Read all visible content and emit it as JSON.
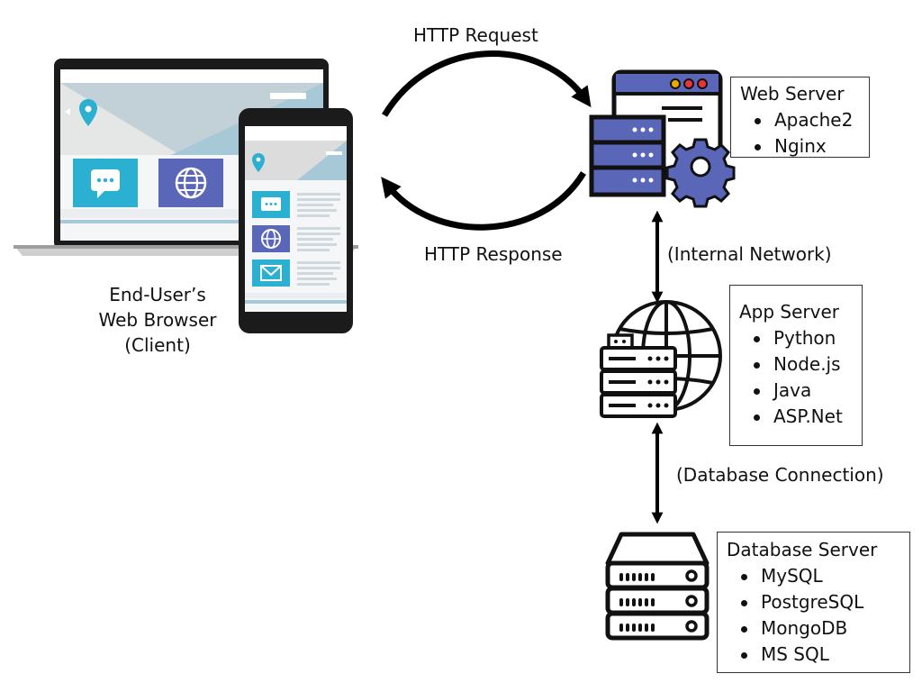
{
  "labels": {
    "request": "HTTP Request",
    "response": "HTTP Response",
    "client_line1": "End-User’s",
    "client_line2": "Web Browser",
    "client_line3": "(Client)",
    "internal": "(Internal Network)",
    "db_conn": "(Database Connection)"
  },
  "web_server": {
    "title": "Web Server",
    "items": [
      "Apache2",
      "Nginx"
    ]
  },
  "app_server": {
    "title": "App Server",
    "items": [
      "Python",
      "Node.js",
      "Java",
      "ASP.Net"
    ]
  },
  "db_server": {
    "title": "Database Server",
    "items": [
      "MySQL",
      "PostgreSQL",
      "MongoDB",
      "MS SQL"
    ]
  },
  "colors": {
    "teal": "#2bb0d1",
    "indigo": "#5a67b8",
    "sky": "#a7c8d6",
    "dark": "#1b1b1b",
    "arrow": "#000000"
  },
  "icons": [
    "laptop-icon",
    "phone-icon",
    "web-server-icon",
    "gear-icon",
    "app-server-icon",
    "globe-icon",
    "database-server-icon"
  ]
}
